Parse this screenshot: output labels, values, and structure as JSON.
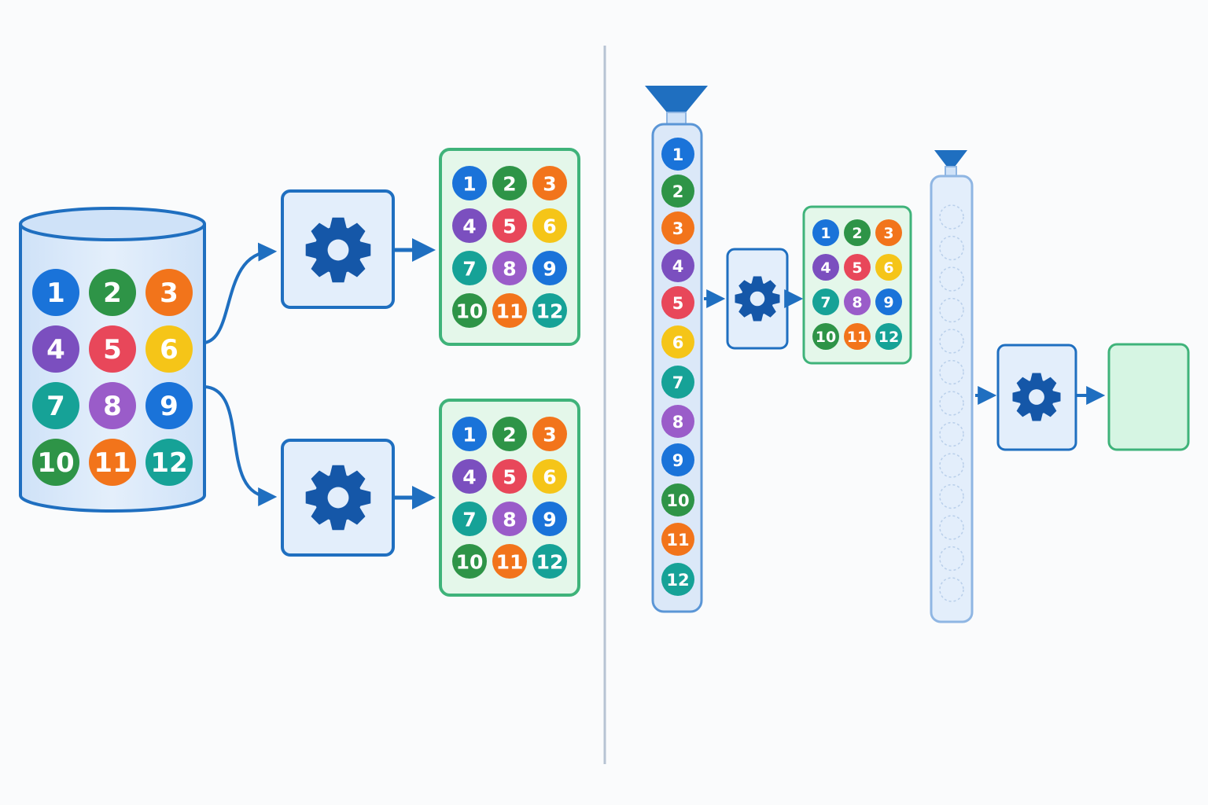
{
  "colors": {
    "blue": "#1a73d9",
    "green": "#2e9447",
    "orange": "#f2741b",
    "purple": "#7b4fbf",
    "red": "#e8475a",
    "yellow": "#f5c518",
    "teal": "#16a297",
    "violet": "#9a5cc9",
    "outline_blue": "#1f6fc0",
    "outline_green": "#3fb37a",
    "panel_fill_blue": "#e3eefb",
    "panel_fill_green": "#e4f7ea",
    "gear": "#1557a8",
    "divider": "#b7c3d3"
  },
  "balls": [
    {
      "label": "1",
      "color": "blue"
    },
    {
      "label": "2",
      "color": "green"
    },
    {
      "label": "3",
      "color": "orange"
    },
    {
      "label": "4",
      "color": "purple"
    },
    {
      "label": "5",
      "color": "red"
    },
    {
      "label": "6",
      "color": "yellow"
    },
    {
      "label": "7",
      "color": "teal"
    },
    {
      "label": "8",
      "color": "violet"
    },
    {
      "label": "9",
      "color": "blue"
    },
    {
      "label": "10",
      "color": "green"
    },
    {
      "label": "11",
      "color": "orange"
    },
    {
      "label": "12",
      "color": "teal"
    }
  ],
  "icons": {
    "process": "gear-icon",
    "intake": "funnel-icon",
    "source": "database-cylinder-icon"
  },
  "right_output_panel_empty": true,
  "empty_tube_slot_count": 13
}
